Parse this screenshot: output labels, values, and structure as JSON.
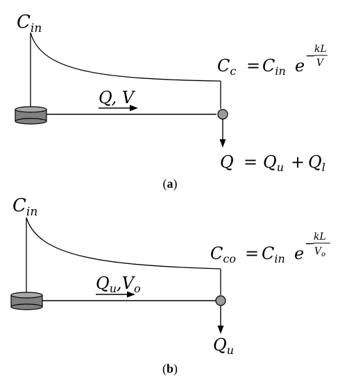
{
  "colors": {
    "stroke": "#000000",
    "tank": "#808080",
    "node": "#9a9a9a",
    "background": "#ffffff"
  },
  "icons": [
    "tank-icon",
    "junction-node-icon",
    "arrow-icon"
  ],
  "panel_a": {
    "cin_base": "C",
    "cin_sub": "in",
    "flow": "Q, V",
    "eq_lhs_base": "C",
    "eq_lhs_sub": "c",
    "eq_equals": "=",
    "eq_rhs_base": "C",
    "eq_rhs_sub": "in",
    "eq_exp": "e",
    "eq_minus": "−",
    "eq_num": "kL",
    "eq_den": "V",
    "outflow_lhs": "Q",
    "outflow_eq": "=",
    "outflow_t1": "Q",
    "outflow_t1_sub": "u",
    "outflow_plus": "+",
    "outflow_t2": "Q",
    "outflow_t2_sub": "l",
    "caption_open": "(",
    "caption_letter": "a",
    "caption_close": ")"
  },
  "panel_b": {
    "cin_base": "C",
    "cin_sub": "in",
    "flow_q": "Q",
    "flow_q_sub": "u",
    "flow_comma": ",",
    "flow_v": "V",
    "flow_v_sub": "o",
    "eq_lhs_base": "C",
    "eq_lhs_sub": "co",
    "eq_equals": "=",
    "eq_rhs_base": "C",
    "eq_rhs_sub": "in",
    "eq_exp": "e",
    "eq_minus": "−",
    "eq_num": "kL",
    "eq_den_base": "V",
    "eq_den_sub": "o",
    "outflow": "Q",
    "outflow_sub": "u",
    "caption_open": "(",
    "caption_letter": "b",
    "caption_close": ")"
  }
}
